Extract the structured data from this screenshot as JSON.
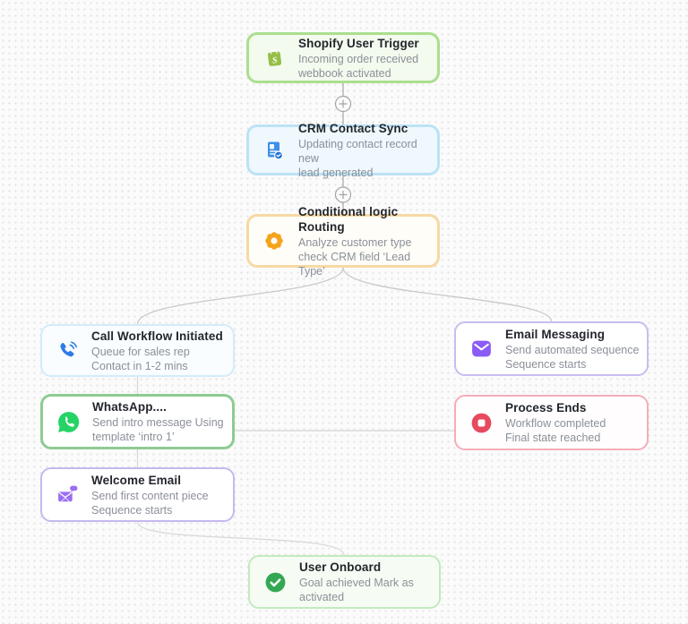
{
  "canvas": {
    "background": "#fbfbfb",
    "dot_color": "#e4e4e4",
    "connector_color": "#c9c9c9",
    "add_button_color": "#a3a3a3"
  },
  "nodes": [
    {
      "id": "shopify-trigger",
      "title": "Shopify User Trigger",
      "subtitle": "Incoming order received\nwebbook activated",
      "icon": "shopify-icon",
      "icon_color": "#95BF47",
      "accent_border": "#abdf8e",
      "bg": "#f3faee"
    },
    {
      "id": "crm-contact-sync",
      "title": "CRM Contact Sync",
      "subtitle": "Updating contact record new\nlead generated",
      "icon": "crm-document-icon",
      "icon_color": "#3d8fe8",
      "accent_border": "#bce2f5",
      "bg": "#eef8fd"
    },
    {
      "id": "conditional-routing",
      "title": "Conditional logic Routing",
      "subtitle": "Analyze customer type\ncheck CRM field ‘Lead Type’",
      "icon": "gear-icon",
      "icon_color": "#f5a31b",
      "accent_border": "#f6d9a3",
      "bg": "#fffdf8"
    },
    {
      "id": "call-workflow",
      "title": "Call Workflow Initiated",
      "subtitle": "Queue for sales rep\nContact in 1-2 mins",
      "icon": "phone-call-icon",
      "icon_color": "#2e7ce4",
      "accent_border": "#d2ecfa",
      "bg": "#f9fdff"
    },
    {
      "id": "email-messaging",
      "title": "Email Messaging",
      "subtitle": "Send automated sequence\nSequence starts",
      "icon": "email-icon",
      "icon_color": "#8b5cf6",
      "accent_border": "#c9bcf2",
      "bg": "#ffffff"
    },
    {
      "id": "whatsapp",
      "title": "WhatsApp....",
      "subtitle": "Send intro message Using\ntemplate ‘intro 1’",
      "icon": "whatsapp-icon",
      "icon_color": "#25D366",
      "accent_border": "#8fcb92",
      "bg": "#ffffff"
    },
    {
      "id": "process-ends",
      "title": "Process Ends",
      "subtitle": "Workflow completed\nFinal state reached",
      "icon": "stop-icon",
      "icon_color": "#e64a5e",
      "accent_border": "#f5adb9",
      "bg": "#fffdfd"
    },
    {
      "id": "welcome-email",
      "title": "Welcome Email",
      "subtitle": "Send first content piece\nSequence starts",
      "icon": "mail-bubble-icon",
      "icon_color": "#9b6df2",
      "accent_border": "#c5b9ef",
      "bg": "#ffffff"
    },
    {
      "id": "user-onboard",
      "title": "User Onboard",
      "subtitle": "Goal achieved Mark as\nactivated",
      "icon": "check-circle-icon",
      "icon_color": "#33a852",
      "accent_border": "#c2eabf",
      "bg": "#f6fcf3"
    }
  ]
}
